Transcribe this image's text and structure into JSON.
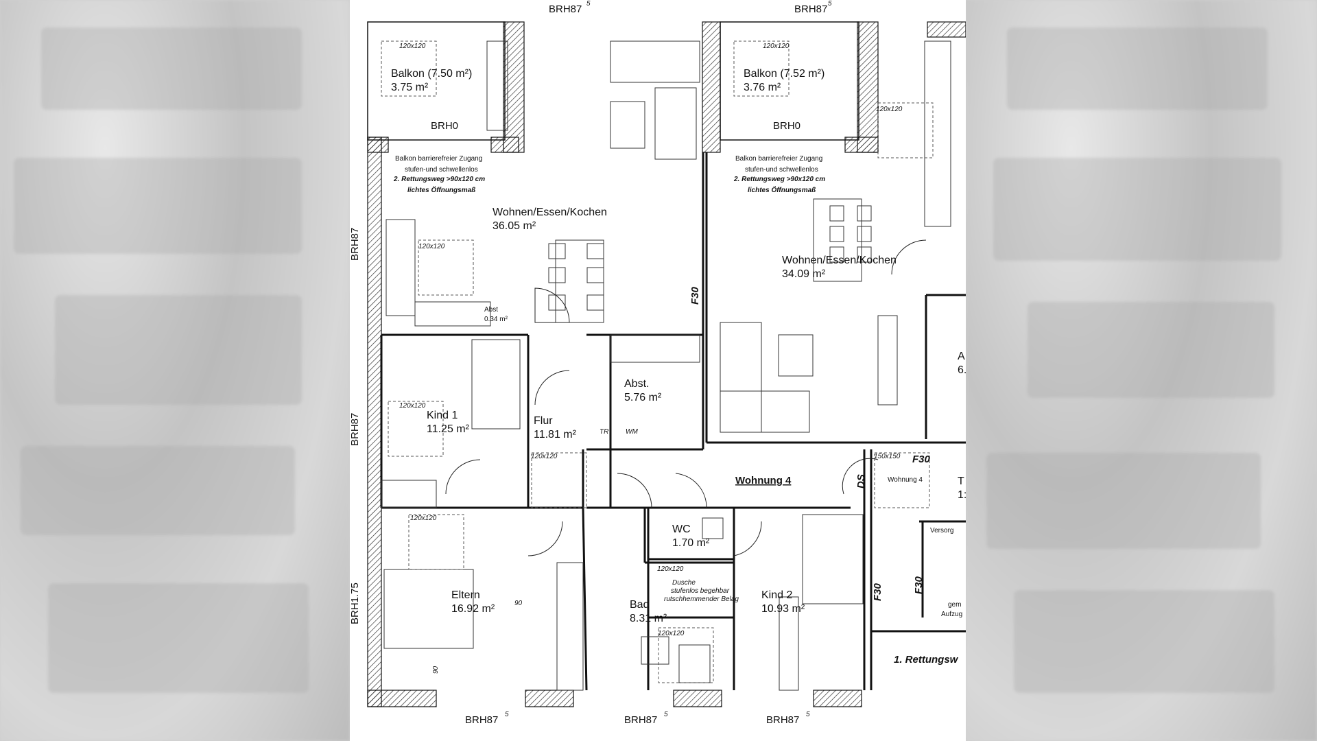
{
  "plan": {
    "top_labels": [
      "BRH87",
      "BRH87"
    ],
    "bottom_labels": [
      "BRH87",
      "BRH87",
      "BRH87"
    ],
    "superscript": "5",
    "left_labels": [
      "BRH87",
      "BRH87",
      "BRH1.75"
    ],
    "sill_labels": [
      "BRH0",
      "BRH0"
    ],
    "turn_circle": "120x120",
    "turn_circle_b": "150x150",
    "rooms": {
      "balkon1": {
        "name": "Balkon (7.50 m²)",
        "area": "3.75 m²"
      },
      "balkon2": {
        "name": "Balkon (7.52 m²)",
        "area": "3.76 m²"
      },
      "wohnen1": {
        "name": "Wohnen/Essen/Kochen",
        "area": "36.05 m²"
      },
      "wohnen2": {
        "name": "Wohnen/Essen/Kochen",
        "area": "34.09 m²"
      },
      "kind1": {
        "name": "Kind 1",
        "area": "11.25 m²"
      },
      "flur": {
        "name": "Flur",
        "area": "11.81 m²"
      },
      "abst": {
        "name": "Abst.",
        "area": "5.76 m²"
      },
      "abst_small": {
        "name": "Abst",
        "area": "0.34 m²"
      },
      "wc": {
        "name": "WC",
        "area": "1.70 m²"
      },
      "eltern": {
        "name": "Eltern",
        "area": "16.92 m²"
      },
      "bad": {
        "name": "Bad",
        "area": "8.31 m²"
      },
      "kind2": {
        "name": "Kind 2",
        "area": "10.93 m²"
      },
      "cut_right_a": {
        "name": "A",
        "area": "6."
      },
      "cut_right_t": {
        "name": "T",
        "area": "1:"
      }
    },
    "balcony_note": [
      "Balkon barrierefreier Zugang",
      "stufen-und schwellenlos",
      "2. Rettungsweg >90x120 cm",
      "lichtes Öffnungsmaß"
    ],
    "shower_note": [
      "Dusche",
      "stufenlos begehbar",
      "rutschhemmender Belag"
    ],
    "wohnung_label": "Wohnung 4",
    "wohnung_sign": "Wohnung 4",
    "ds": "DS",
    "f30": "F30",
    "tr": "TR",
    "wm": "WM",
    "dim_90": "90",
    "versorg": "Versorg",
    "gem": "gem",
    "aufzug": "Aufzug",
    "rettungsweg": "1. Rettungsw"
  }
}
